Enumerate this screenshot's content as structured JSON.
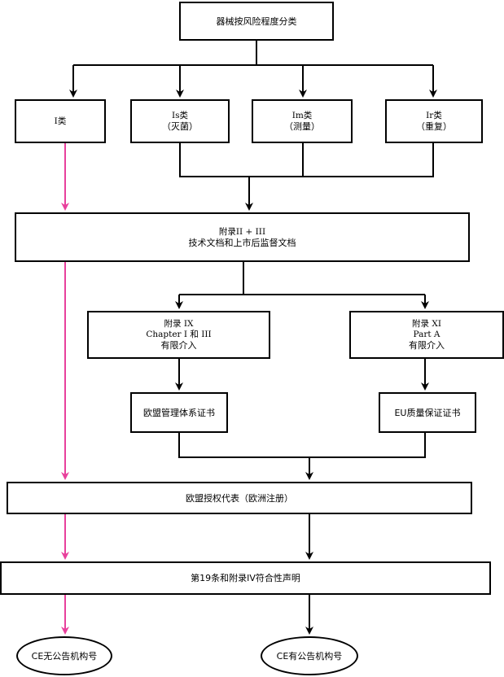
{
  "nodes": {
    "root": {
      "lines": [
        "器械按风险程度分类"
      ]
    },
    "class_I": {
      "lines": [
        "I类"
      ]
    },
    "class_Is": {
      "lines": [
        "Is类",
        "（灭菌）"
      ]
    },
    "class_Im": {
      "lines": [
        "Im类",
        "（测量）"
      ]
    },
    "class_Ir": {
      "lines": [
        "Ir类",
        "（重复）"
      ]
    },
    "annex_2_3": {
      "lines": [
        "附录II + III",
        "技术文档和上市后监督文档"
      ]
    },
    "annex_9": {
      "lines": [
        "附录 IX",
        "Chapter I 和 III",
        "有限介入"
      ]
    },
    "annex_11": {
      "lines": [
        "附录  XI",
        "Part A",
        "有限介入"
      ]
    },
    "eu_qms_cert": {
      "lines": [
        "欧盟管理体系证书"
      ]
    },
    "eu_qa_cert": {
      "lines": [
        "EU质量保证证书"
      ]
    },
    "eu_rep": {
      "lines": [
        "欧盟授权代表（欧洲注册）"
      ]
    },
    "doc": {
      "lines": [
        "第19条和附录IV符合性声明"
      ]
    },
    "ce_no_nb": {
      "lines": [
        "CE无公告机构号"
      ]
    },
    "ce_with_nb": {
      "lines": [
        "CE有公告机构号"
      ]
    }
  },
  "colors": {
    "black_path": "#000000",
    "class_I_path": "#e8409c"
  }
}
